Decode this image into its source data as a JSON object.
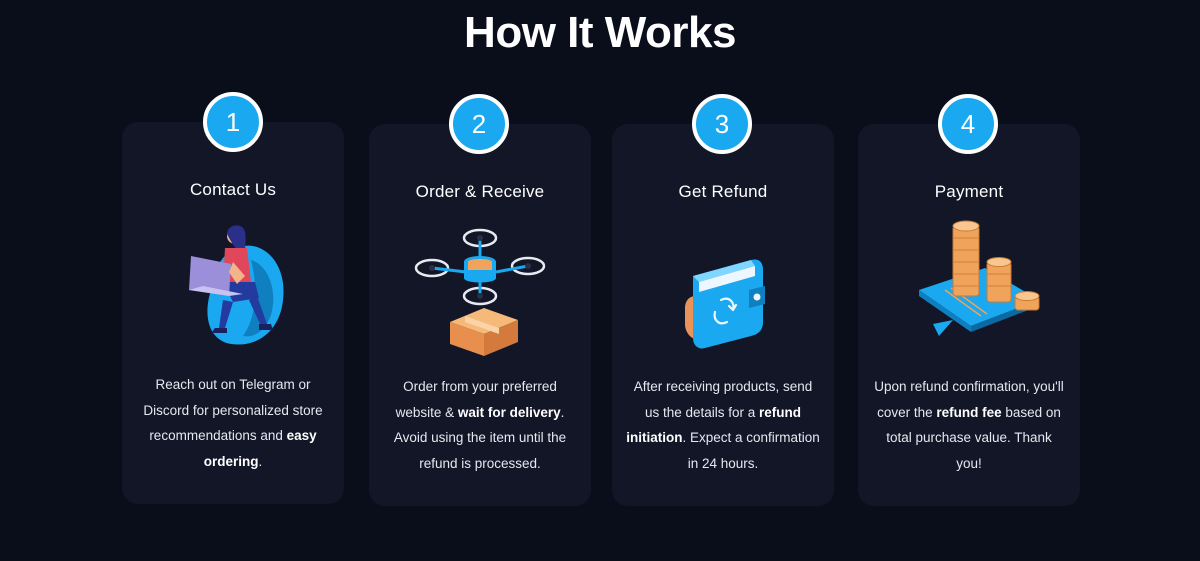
{
  "heading": "How It Works",
  "colors": {
    "background": "#0a0d1a",
    "card": "#121627",
    "accent_blue": "#1aa8f0",
    "orange": "#f0a35a"
  },
  "steps": [
    {
      "number": "1",
      "title": "Contact Us",
      "icon": "person-with-laptop-icon",
      "desc": {
        "text": "Reach out on Telegram or Discord for personalized store recommendations and ",
        "bold": "easy ordering",
        "after": "."
      }
    },
    {
      "number": "2",
      "title": "Order & Receive",
      "icon": "delivery-drone-icon",
      "desc": {
        "text": "Order from your preferred website & ",
        "bold": "wait for delivery",
        "after": ". Avoid using the item until the refund is processed."
      }
    },
    {
      "number": "3",
      "title": "Get Refund",
      "icon": "wallet-icon",
      "desc": {
        "text": "After receiving products, send us the details for a ",
        "bold": "refund initiation",
        "after": ". Expect a confirmation in 24 hours."
      }
    },
    {
      "number": "4",
      "title": "Payment",
      "icon": "coin-stacks-icon",
      "desc": {
        "text": "Upon refund confirmation, you'll cover the ",
        "bold": "refund fee",
        "after": " based on total purchase value. Thank you!"
      }
    }
  ]
}
